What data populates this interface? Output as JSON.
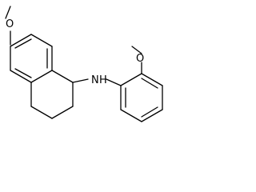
{
  "molecule": {
    "atoms": {
      "o_left": "O",
      "nh": "N",
      "nh_h": "H",
      "o_right": "O"
    }
  }
}
